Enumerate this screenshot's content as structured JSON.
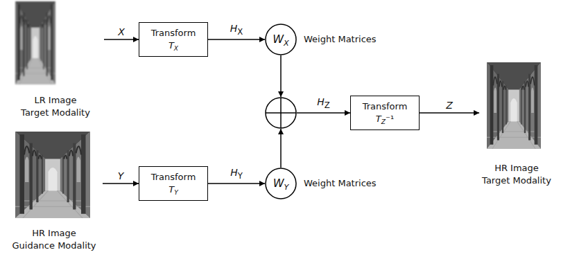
{
  "diagram": {
    "nodes": [
      {
        "text": [
          "LR Image Target Modality"
        ]
      },
      {
        "text": [
          "Transform TX"
        ]
      },
      {
        "text": [
          "WX"
        ]
      },
      {
        "text": []
      },
      {
        "text": [
          "Transform TZ⁻¹"
        ]
      },
      {
        "text": [
          "HR Image Target Modality"
        ]
      },
      {
        "text": [
          "HR Image Guidance Modality"
        ]
      },
      {
        "text": [
          "Transform TY"
        ]
      },
      {
        "text": [
          "WY"
        ]
      }
    ],
    "edges": [
      {
        "from": 0,
        "to": 1,
        "arrow": "to",
        "label": "X"
      },
      {
        "from": 1,
        "to": 2,
        "arrow": "to",
        "label": "HX"
      },
      {
        "from": 2,
        "to": 3,
        "arrow": "to"
      },
      {
        "from": 6,
        "to": 7,
        "arrow": "to",
        "label": "Y"
      },
      {
        "from": 7,
        "to": 8,
        "arrow": "to",
        "label": "HY"
      },
      {
        "from": 8,
        "to": 3,
        "arrow": "to"
      },
      {
        "from": 3,
        "to": 4,
        "arrow": "to",
        "label": "HZ"
      },
      {
        "from": 4,
        "to": 5,
        "arrow": "to",
        "label": "Z"
      }
    ],
    "labels": [
      "Weight Matrices",
      "Weight Matrices"
    ]
  }
}
